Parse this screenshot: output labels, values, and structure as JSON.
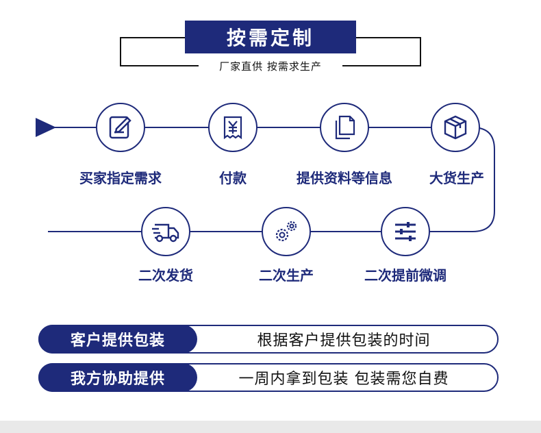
{
  "header": {
    "title": "按需定制",
    "subtitle": "厂家直供 按需求生产"
  },
  "steps_row1": [
    {
      "label": "买家指定需求",
      "icon": "edit-document-icon"
    },
    {
      "label": "付款",
      "icon": "yuan-receipt-icon"
    },
    {
      "label": "提供资料等信息",
      "icon": "documents-icon"
    },
    {
      "label": "大货生产",
      "icon": "box-icon"
    }
  ],
  "steps_row2": [
    {
      "label": "二次发货",
      "icon": "truck-icon"
    },
    {
      "label": "二次生产",
      "icon": "gears-icon"
    },
    {
      "label": "二次提前微调",
      "icon": "sliders-icon"
    }
  ],
  "info": [
    {
      "tag": "客户提供包装",
      "text": "根据客户提供包装的时间"
    },
    {
      "tag": "我方协助提供",
      "text": "一周内拿到包装 包装需您自费"
    }
  ],
  "colors": {
    "accent": "#1e2a7a",
    "text": "#111111"
  }
}
